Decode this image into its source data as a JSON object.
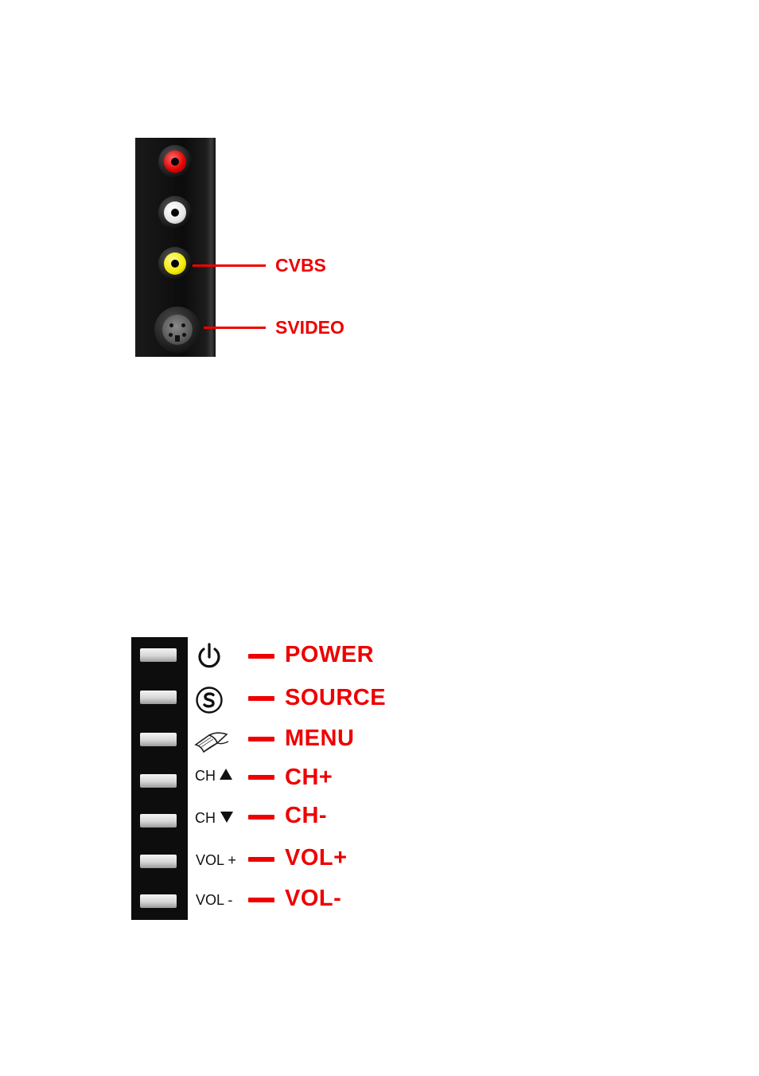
{
  "connectors": {
    "jacks": [
      {
        "name": "red-rca-jack",
        "color": "#e00000"
      },
      {
        "name": "white-rca-jack",
        "color": "#e6e6e6"
      },
      {
        "name": "yellow-rca-jack",
        "color": "#f2ea00"
      }
    ],
    "labels": {
      "cvbs": "CVBS",
      "svideo": "SVIDEO"
    },
    "label_color": "#ee0000"
  },
  "buttons": {
    "items": [
      {
        "icon": "power-icon",
        "legend": "",
        "label": "POWER"
      },
      {
        "icon": "source-s-icon",
        "legend": "",
        "label": "SOURCE"
      },
      {
        "icon": "open-book-icon",
        "legend": "",
        "label": "MENU"
      },
      {
        "icon": "triangle-up-icon",
        "legend": "CH",
        "label": "CH+"
      },
      {
        "icon": "triangle-down-icon",
        "legend": "CH",
        "label": "CH-"
      },
      {
        "icon": "",
        "legend": "VOL +",
        "label": "VOL+"
      },
      {
        "icon": "",
        "legend": "VOL -",
        "label": "VOL-"
      }
    ],
    "label_color": "#ee0000"
  }
}
